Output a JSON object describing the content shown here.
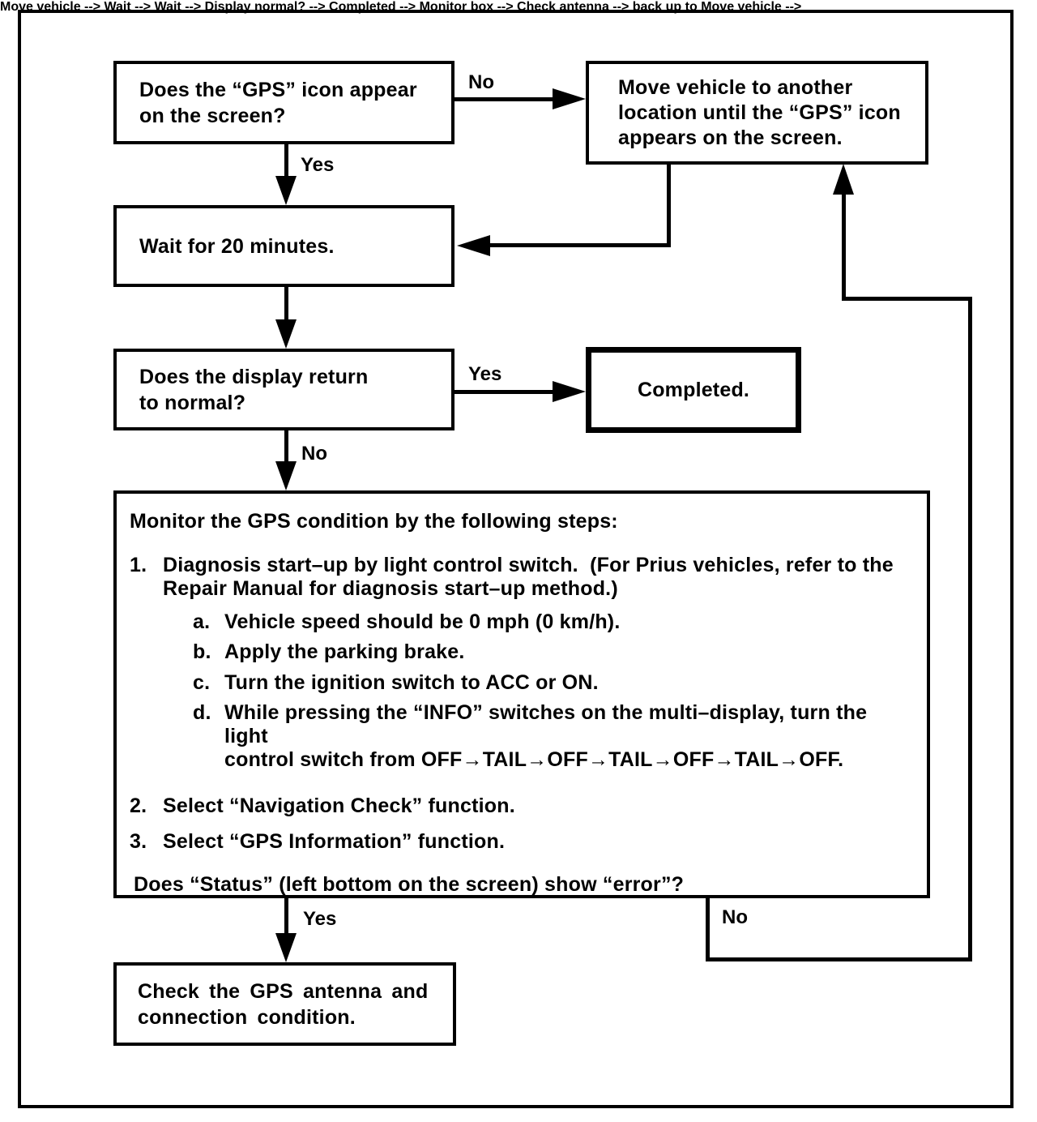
{
  "colors": {
    "ink": "#000000",
    "paper": "#ffffff"
  },
  "flowchart": {
    "boxes": {
      "gps_icon_question": {
        "text": "Does the “GPS” icon appear\non the screen?"
      },
      "move_vehicle": {
        "text": "Move vehicle to another\nlocation until the “GPS” icon\nappears on the screen."
      },
      "wait": {
        "text": "Wait for 20 minutes."
      },
      "display_question": {
        "text": "Does the display return\nto normal?"
      },
      "completed": {
        "text": "Completed."
      },
      "check_antenna": {
        "text": "Check the GPS antenna and\nconnection condition."
      },
      "monitor": {
        "title": "Monitor the GPS condition by the following steps:",
        "items": [
          {
            "num": "1.",
            "text": "Diagnosis start–up by light control switch.  (For Prius vehicles, refer to the\nRepair Manual for diagnosis start–up method.)"
          },
          {
            "num": "2.",
            "text": "Select “Navigation Check” function."
          },
          {
            "num": "3.",
            "text": "Select “GPS Information” function."
          }
        ],
        "substeps": [
          {
            "num": "a.",
            "text": "Vehicle speed should be 0 mph (0 km/h)."
          },
          {
            "num": "b.",
            "text": "Apply the parking brake."
          },
          {
            "num": "c.",
            "text": "Turn the ignition switch to ACC or ON."
          },
          {
            "num": "d.",
            "text": "While pressing the “INFO” switches on the multi–display, turn the light\ncontrol switch from OFF→TAIL→OFF→TAIL→OFF→TAIL→OFF."
          }
        ],
        "question": "Does “Status” (left bottom on the screen) show “error”?"
      }
    },
    "labels": {
      "gps_icon_no": "No",
      "gps_icon_yes": "Yes",
      "display_yes": "Yes",
      "display_no": "No",
      "status_yes": "Yes",
      "status_no": "No"
    }
  }
}
